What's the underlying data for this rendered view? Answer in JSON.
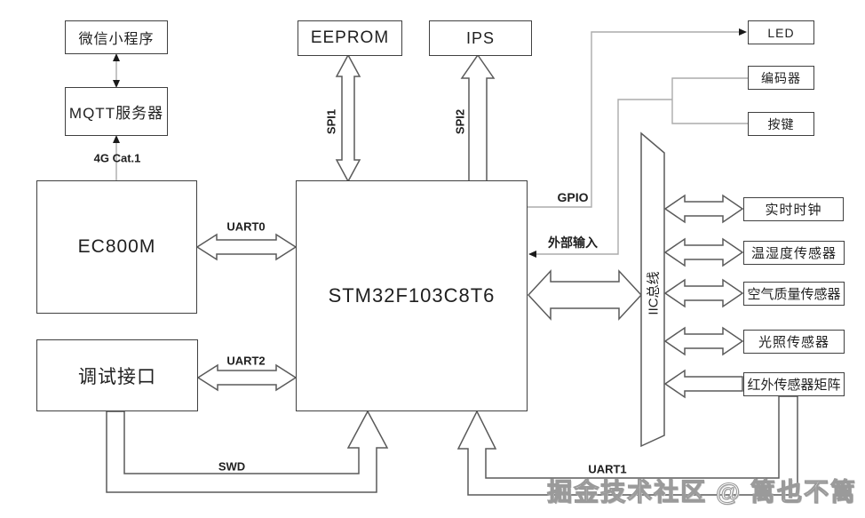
{
  "diagram": {
    "nodes": {
      "wechat": "微信小程序",
      "mqtt": "MQTT服务器",
      "ec800m": "EC800M",
      "debug": "调试接口",
      "eeprom": "EEPROM",
      "ips": "IPS",
      "mcu": "STM32F103C8T6",
      "led": "LED",
      "encoder": "编码器",
      "keys": "按键",
      "iic_bus": "IIC总线",
      "rtc": "实时时钟",
      "temp_humidity": "温湿度传感器",
      "air_quality": "空气质量传感器",
      "light": "光照传感器",
      "ir_matrix": "红外传感器矩阵"
    },
    "edge_labels": {
      "wan": "4G Cat.1",
      "uart0": "UART0",
      "uart2": "UART2",
      "spi1": "SPI1",
      "spi2": "SPI2",
      "gpio": "GPIO",
      "ext_input": "外部输入",
      "swd": "SWD",
      "uart1": "UART1"
    },
    "watermark": "掘金技术社区 @ 篱也不篱",
    "colors": {
      "background": "#ffffff",
      "box_border": "#404040",
      "wire": "#ababab",
      "arrow_outline": "#5a5a5a",
      "text": "#1f1f1f",
      "arrowhead": "#1a1a1a",
      "watermark_fill": "#ffffff",
      "watermark_outline": "#9a9a9a"
    }
  }
}
